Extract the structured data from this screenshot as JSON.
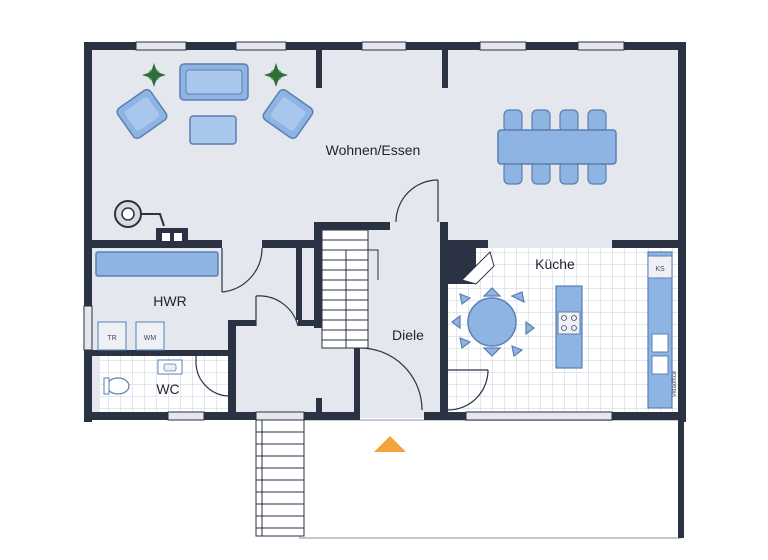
{
  "rooms": {
    "wohnen": "Wohnen/Essen",
    "kueche": "Küche",
    "hwr": "HWR",
    "diele": "Diele",
    "wc": "WC"
  },
  "appliances": {
    "ks": "KS",
    "tr": "TR",
    "wm": "WM"
  },
  "watermark": "Vidaoffice",
  "colors": {
    "wall": "#2b3244",
    "floor": "#e4e7ed",
    "tile": "#ffffff",
    "furniture": "#8eb4e3",
    "furniture_stroke": "#5a7fb0",
    "plant": "#2f6e3a",
    "entry_arrow": "#f0a43a"
  }
}
